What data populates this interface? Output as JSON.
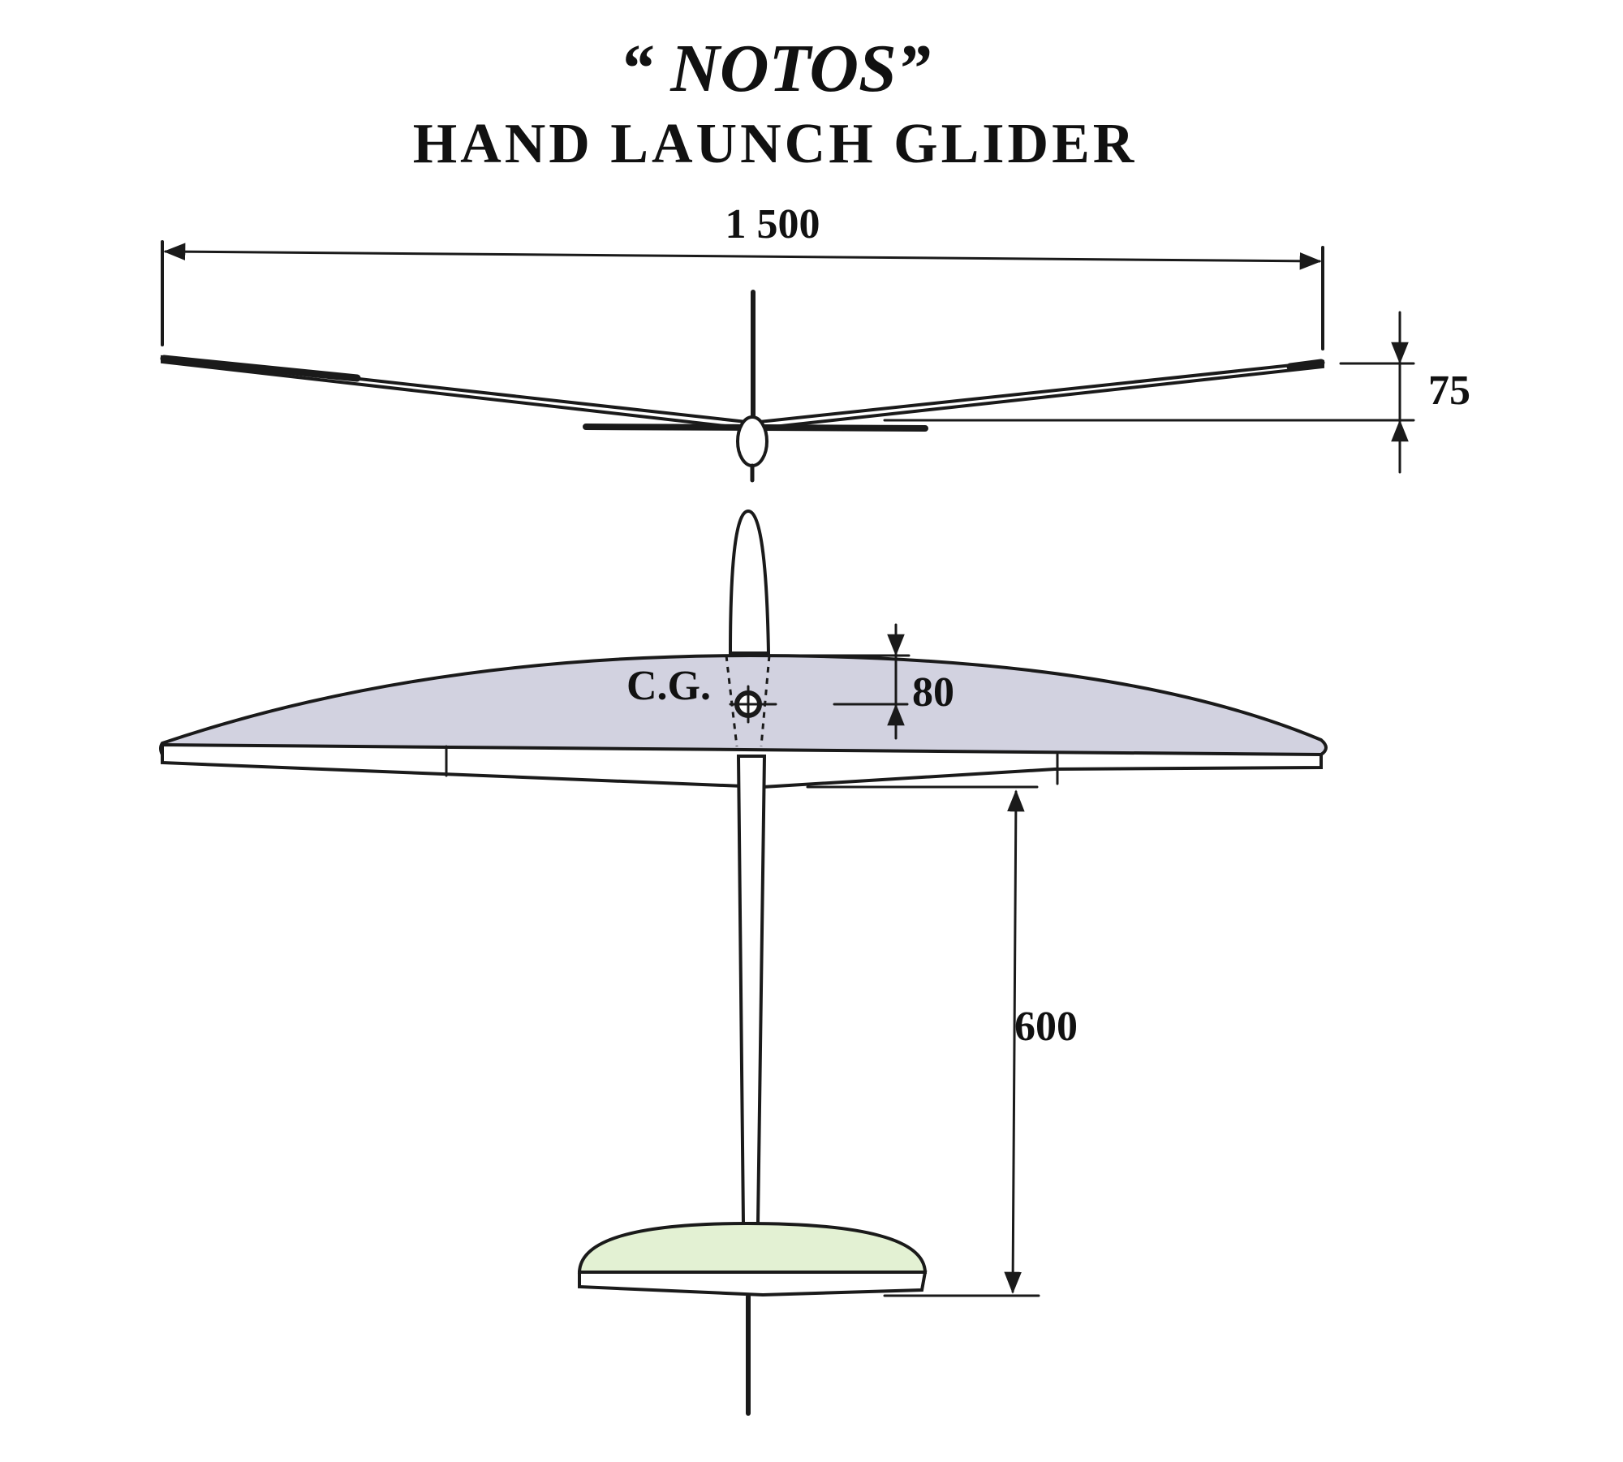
{
  "title": {
    "name": "“ NOTOS”",
    "subtitle": "HAND LAUNCH GLIDER"
  },
  "dimensions": {
    "wingspan": "1 500",
    "dihedral": "75",
    "cg_offset": "80",
    "tail_moment": "600"
  },
  "labels": {
    "cg": "C.G."
  },
  "colors": {
    "wing_fill": "#d2d2e0",
    "stabilizer_fill": "#e3f1d3",
    "line": "#1a1a1a",
    "background": "#ffffff"
  }
}
